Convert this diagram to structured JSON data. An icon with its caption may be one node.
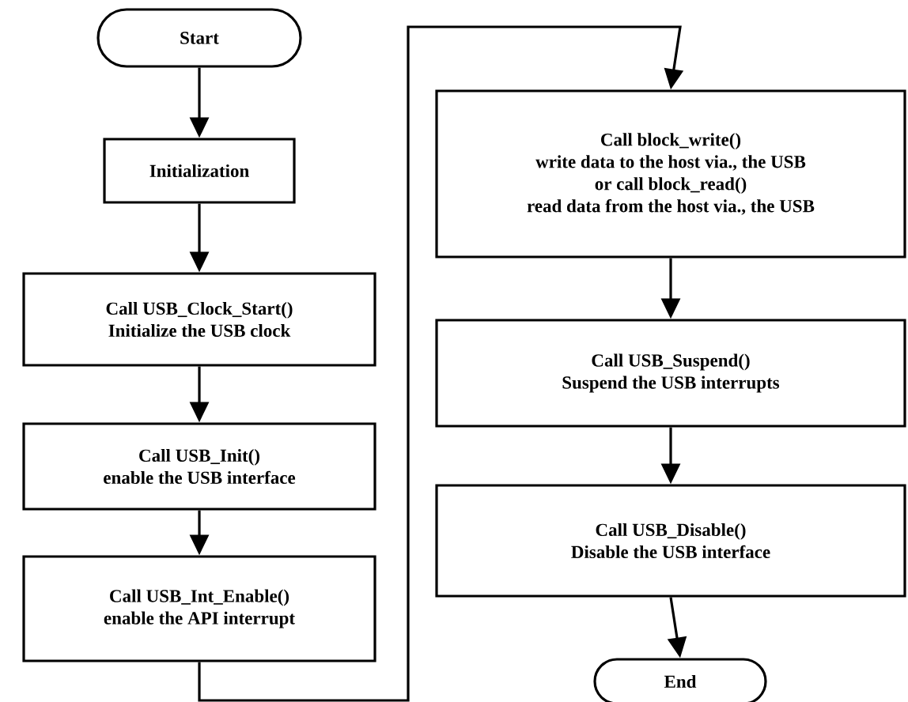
{
  "diagram": {
    "nodes": [
      {
        "text": [
          "Start"
        ]
      },
      {
        "text": [
          "Initialization"
        ]
      },
      {
        "text": [
          "Call USB_Clock_Start()",
          "Initialize the USB clock"
        ]
      },
      {
        "text": [
          "Call USB_Init()",
          "enable the USB interface"
        ]
      },
      {
        "text": [
          "Call USB_Int_Enable()",
          "enable the API interrupt"
        ]
      },
      {
        "text": [
          "Call block_write()",
          "write data to the host via., the USB",
          "or call block_read()",
          "read data from the host via., the USB"
        ]
      },
      {
        "text": [
          "Call USB_Suspend()",
          "Suspend the USB interrupts"
        ]
      },
      {
        "text": [
          "Call USB_Disable()",
          "Disable the USB interface"
        ]
      },
      {
        "text": [
          "End"
        ]
      }
    ],
    "edges": [
      {
        "from": 0,
        "to": 1,
        "arrow": "to"
      },
      {
        "from": 1,
        "to": 2,
        "arrow": "to"
      },
      {
        "from": 2,
        "to": 3,
        "arrow": "to"
      },
      {
        "from": 3,
        "to": 4,
        "arrow": "to"
      },
      {
        "from": 4,
        "to": 5,
        "arrow": "to"
      },
      {
        "from": 5,
        "to": 6,
        "arrow": "to"
      },
      {
        "from": 6,
        "to": 7,
        "arrow": "to"
      },
      {
        "from": 7,
        "to": 8,
        "arrow": "to"
      }
    ]
  }
}
